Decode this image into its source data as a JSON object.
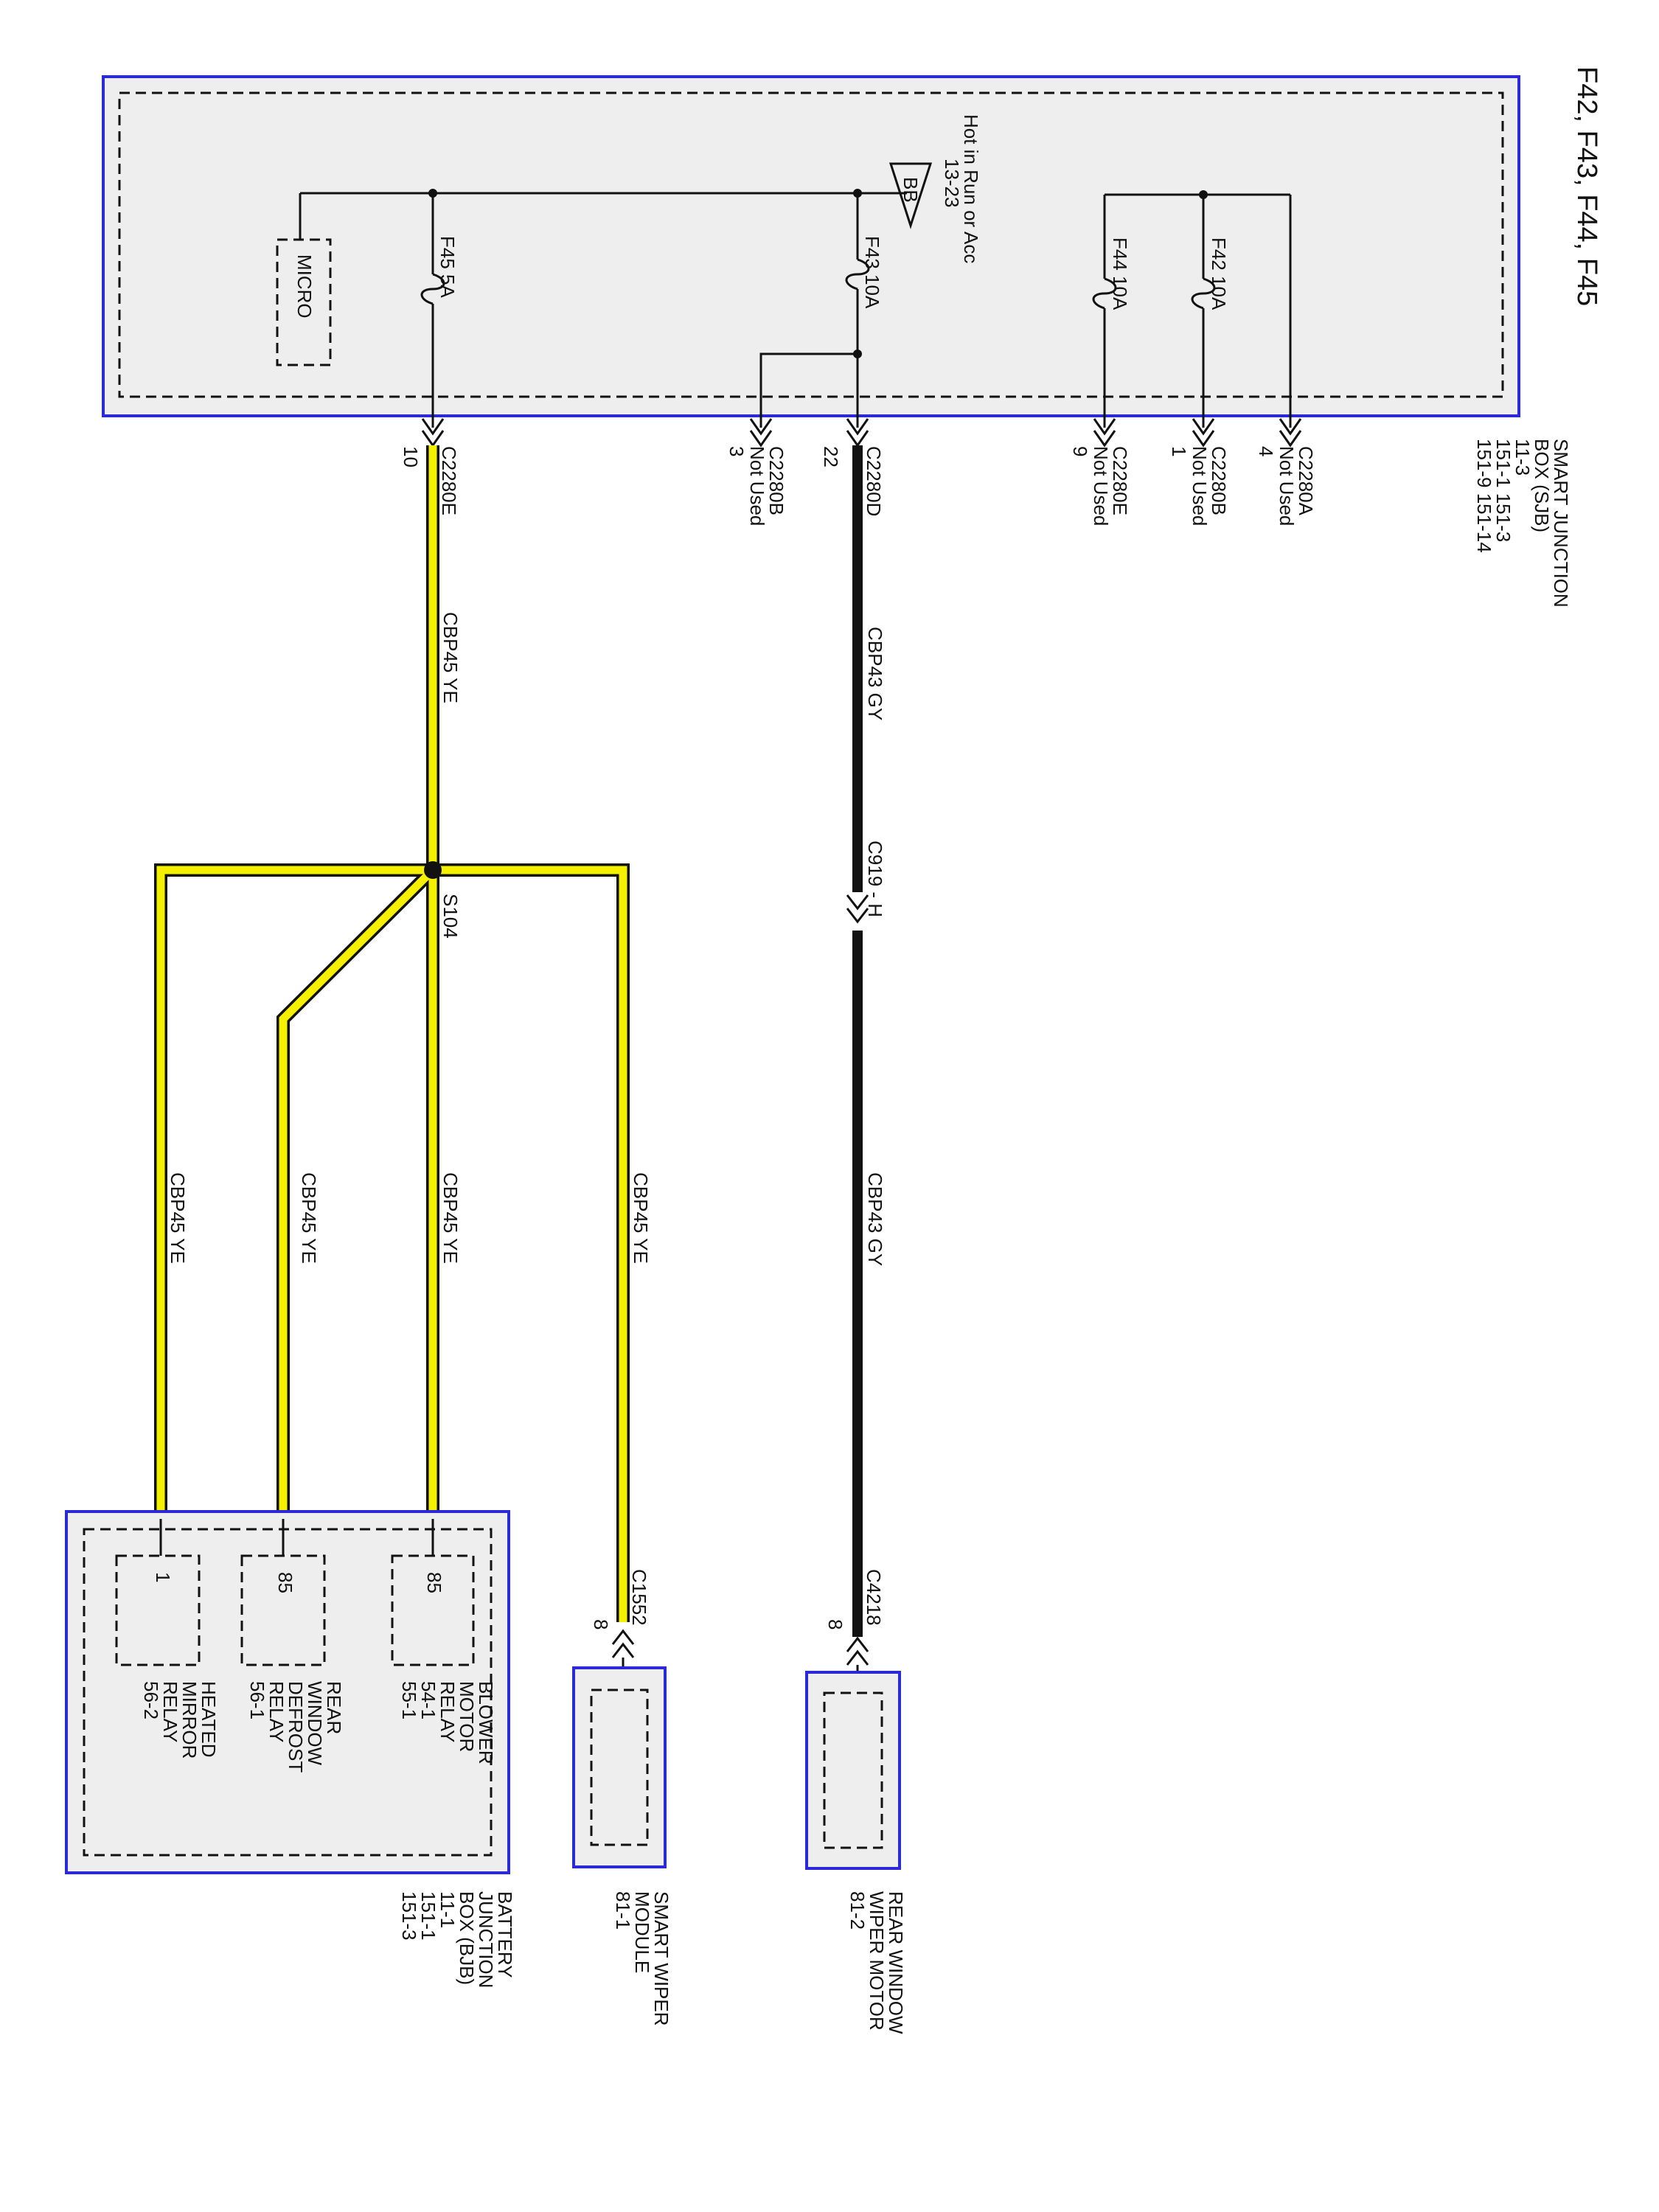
{
  "title": "F42, F43, F44, F45",
  "sjb": {
    "name": [
      "SMART JUNCTION",
      "BOX (SJB)",
      "11-3",
      "151-1      151-3",
      "151-9      151-14"
    ],
    "power_label": [
      "Hot in Run or Acc",
      "13-23"
    ],
    "bus_tag": "BB",
    "micro": "MICRO",
    "fuses": {
      "f45": "F45  5A",
      "f43": "F43  10A",
      "f44": "F44  10A",
      "f42": "F42  10A"
    }
  },
  "connectors": {
    "c2280e_10": {
      "name": "C2280E",
      "pin": "10"
    },
    "c2280b_3": {
      "name": "C2280B",
      "note": "Not Used",
      "pin": "3"
    },
    "c2280d_22": {
      "name": "C2280D",
      "pin": "22"
    },
    "c2280e_9": {
      "name": "C2280E",
      "note": "Not Used",
      "pin": "9"
    },
    "c2280b_1": {
      "name": "C2280B",
      "note": "Not Used",
      "pin": "1"
    },
    "c2280a_4": {
      "name": "C2280A",
      "note": "Not Used",
      "pin": "4"
    },
    "c919": "C919 - H",
    "c1552": {
      "name": "C1552",
      "pin": "8"
    },
    "c4218": {
      "name": "C4218",
      "pin": "8"
    }
  },
  "splice": "S104",
  "wires": {
    "cbp45_ye": "CBP45    YE",
    "cbp43_gy": "CBP43    GY"
  },
  "bjb": {
    "name": [
      "BATTERY",
      "JUNCTION",
      "BOX (BJB)",
      "11-1",
      "151-1",
      "151-3"
    ],
    "relays": [
      {
        "pin": "85",
        "label": [
          "BLOWER",
          "MOTOR",
          "RELAY",
          "54-1",
          "55-1"
        ]
      },
      {
        "pin": "85",
        "label": [
          "REAR",
          "WINDOW",
          "DEFROST",
          "RELAY",
          "56-1"
        ]
      },
      {
        "pin": "1",
        "label": [
          "HEATED",
          "MIRROR",
          "RELAY",
          "56-2"
        ]
      }
    ]
  },
  "modules": {
    "smart_wiper": [
      "SMART WIPER",
      "MODULE",
      "81-1"
    ],
    "rear_wiper": [
      "REAR WINDOW",
      "WIPER MOTOR",
      "81-2"
    ]
  },
  "colors": {
    "yellow_wire": "#f5f000",
    "box_border": "#2a2ad6",
    "box_fill": "#eeeeee"
  }
}
